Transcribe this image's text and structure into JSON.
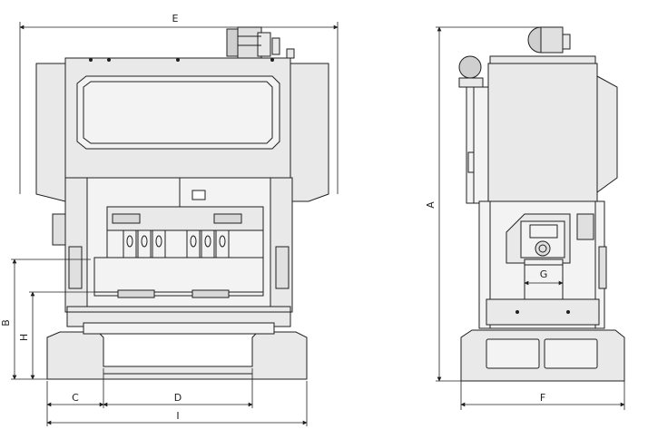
{
  "figure": {
    "background": "#ffffff",
    "line_color": "#1f1f1f",
    "fill_main": "#e9e9e9",
    "fill_light": "#f3f3f3",
    "fill_dark": "#cfcfcf"
  },
  "front_view": {
    "dimensions": {
      "E": "E",
      "B": "B",
      "H": "H",
      "C": "C",
      "D": "D",
      "I": "I"
    }
  },
  "side_view": {
    "dimensions": {
      "A": "A",
      "F": "F",
      "G": "G"
    }
  }
}
